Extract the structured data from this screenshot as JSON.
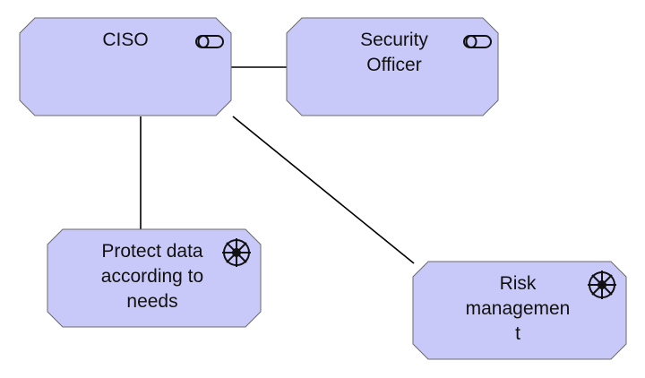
{
  "diagram": {
    "fill_color": "#c9c9f9",
    "border_color": "#6a6a6a",
    "nodes": [
      {
        "id": "ciso",
        "label": "CISO",
        "icon": "role-icon"
      },
      {
        "id": "security-officer",
        "label": "Security\nOfficer",
        "icon": "role-icon"
      },
      {
        "id": "protect-data",
        "label": "Protect data\naccording to\nneeds",
        "icon": "goal-wheel-icon"
      },
      {
        "id": "risk-management",
        "label": "Risk\nmanagemen\nt",
        "icon": "goal-wheel-icon"
      }
    ]
  }
}
